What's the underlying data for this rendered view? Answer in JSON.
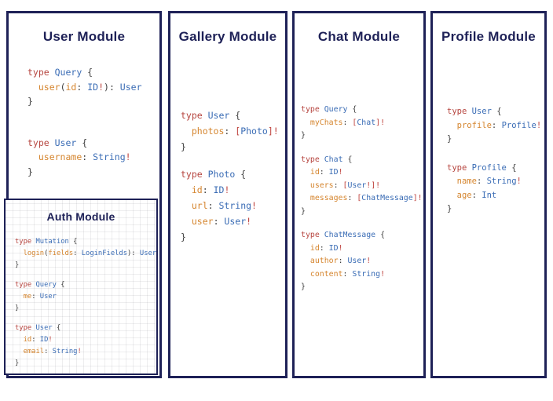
{
  "frame_colors": {
    "border": "#1e2157",
    "title": "#1e2157",
    "background": "#ffffff"
  },
  "syntax_colors": {
    "keyword": "#b6453f",
    "typename": "#3a6cb5",
    "field": "#d5852e",
    "punct": "#3f3f3f",
    "bang": "#bf433e"
  },
  "modules": [
    {
      "id": "user",
      "title": "User Module",
      "blocks": [
        [
          [
            {
              "t": "type ",
              "c": "keyword"
            },
            {
              "t": "Query ",
              "c": "typename"
            },
            {
              "t": "{",
              "c": "punct"
            }
          ],
          [
            {
              "t": "  ",
              "c": "punct"
            },
            {
              "t": "user",
              "c": "field"
            },
            {
              "t": "(",
              "c": "punct"
            },
            {
              "t": "id",
              "c": "field"
            },
            {
              "t": ": ",
              "c": "punct"
            },
            {
              "t": "ID",
              "c": "typename"
            },
            {
              "t": "!",
              "c": "bang"
            },
            {
              "t": "): ",
              "c": "punct"
            },
            {
              "t": "User",
              "c": "typename"
            }
          ],
          [
            {
              "t": "}",
              "c": "punct"
            }
          ]
        ],
        [
          [
            {
              "t": "type ",
              "c": "keyword"
            },
            {
              "t": "User ",
              "c": "typename"
            },
            {
              "t": "{",
              "c": "punct"
            }
          ],
          [
            {
              "t": "  ",
              "c": "punct"
            },
            {
              "t": "username",
              "c": "field"
            },
            {
              "t": ": ",
              "c": "punct"
            },
            {
              "t": "String",
              "c": "typename"
            },
            {
              "t": "!",
              "c": "bang"
            }
          ],
          [
            {
              "t": "}",
              "c": "punct"
            }
          ]
        ]
      ]
    },
    {
      "id": "gallery",
      "title": "Gallery Module",
      "blocks": [
        [
          [
            {
              "t": "type ",
              "c": "keyword"
            },
            {
              "t": "User ",
              "c": "typename"
            },
            {
              "t": "{",
              "c": "punct"
            }
          ],
          [
            {
              "t": "  ",
              "c": "punct"
            },
            {
              "t": "photos",
              "c": "field"
            },
            {
              "t": ": ",
              "c": "punct"
            },
            {
              "t": "[",
              "c": "bang"
            },
            {
              "t": "Photo",
              "c": "typename"
            },
            {
              "t": "]",
              "c": "bang"
            },
            {
              "t": "!",
              "c": "bang"
            }
          ],
          [
            {
              "t": "}",
              "c": "punct"
            }
          ]
        ],
        [
          [
            {
              "t": "type ",
              "c": "keyword"
            },
            {
              "t": "Photo ",
              "c": "typename"
            },
            {
              "t": "{",
              "c": "punct"
            }
          ],
          [
            {
              "t": "  ",
              "c": "punct"
            },
            {
              "t": "id",
              "c": "field"
            },
            {
              "t": ": ",
              "c": "punct"
            },
            {
              "t": "ID",
              "c": "typename"
            },
            {
              "t": "!",
              "c": "bang"
            }
          ],
          [
            {
              "t": "  ",
              "c": "punct"
            },
            {
              "t": "url",
              "c": "field"
            },
            {
              "t": ": ",
              "c": "punct"
            },
            {
              "t": "String",
              "c": "typename"
            },
            {
              "t": "!",
              "c": "bang"
            }
          ],
          [
            {
              "t": "  ",
              "c": "punct"
            },
            {
              "t": "user",
              "c": "field"
            },
            {
              "t": ": ",
              "c": "punct"
            },
            {
              "t": "User",
              "c": "typename"
            },
            {
              "t": "!",
              "c": "bang"
            }
          ],
          [
            {
              "t": "}",
              "c": "punct"
            }
          ]
        ]
      ]
    },
    {
      "id": "chat",
      "title": "Chat Module",
      "blocks": [
        [
          [
            {
              "t": "type ",
              "c": "keyword"
            },
            {
              "t": "Query ",
              "c": "typename"
            },
            {
              "t": "{",
              "c": "punct"
            }
          ],
          [
            {
              "t": "  ",
              "c": "punct"
            },
            {
              "t": "myChats",
              "c": "field"
            },
            {
              "t": ": ",
              "c": "punct"
            },
            {
              "t": "[",
              "c": "bang"
            },
            {
              "t": "Chat",
              "c": "typename"
            },
            {
              "t": "]",
              "c": "bang"
            },
            {
              "t": "!",
              "c": "bang"
            }
          ],
          [
            {
              "t": "}",
              "c": "punct"
            }
          ]
        ],
        [
          [
            {
              "t": "type ",
              "c": "keyword"
            },
            {
              "t": "Chat ",
              "c": "typename"
            },
            {
              "t": "{",
              "c": "punct"
            }
          ],
          [
            {
              "t": "  ",
              "c": "punct"
            },
            {
              "t": "id",
              "c": "field"
            },
            {
              "t": ": ",
              "c": "punct"
            },
            {
              "t": "ID",
              "c": "typename"
            },
            {
              "t": "!",
              "c": "bang"
            }
          ],
          [
            {
              "t": "  ",
              "c": "punct"
            },
            {
              "t": "users",
              "c": "field"
            },
            {
              "t": ": ",
              "c": "punct"
            },
            {
              "t": "[",
              "c": "bang"
            },
            {
              "t": "User",
              "c": "typename"
            },
            {
              "t": "!",
              "c": "bang"
            },
            {
              "t": "]",
              "c": "bang"
            },
            {
              "t": "!",
              "c": "bang"
            }
          ],
          [
            {
              "t": "  ",
              "c": "punct"
            },
            {
              "t": "messages",
              "c": "field"
            },
            {
              "t": ": ",
              "c": "punct"
            },
            {
              "t": "[",
              "c": "bang"
            },
            {
              "t": "ChatMessage",
              "c": "typename"
            },
            {
              "t": "]",
              "c": "bang"
            },
            {
              "t": "!",
              "c": "bang"
            }
          ],
          [
            {
              "t": "}",
              "c": "punct"
            }
          ]
        ],
        [
          [
            {
              "t": "type ",
              "c": "keyword"
            },
            {
              "t": "ChatMessage ",
              "c": "typename"
            },
            {
              "t": "{",
              "c": "punct"
            }
          ],
          [
            {
              "t": "  ",
              "c": "punct"
            },
            {
              "t": "id",
              "c": "field"
            },
            {
              "t": ": ",
              "c": "punct"
            },
            {
              "t": "ID",
              "c": "typename"
            },
            {
              "t": "!",
              "c": "bang"
            }
          ],
          [
            {
              "t": "  ",
              "c": "punct"
            },
            {
              "t": "author",
              "c": "field"
            },
            {
              "t": ": ",
              "c": "punct"
            },
            {
              "t": "User",
              "c": "typename"
            },
            {
              "t": "!",
              "c": "bang"
            }
          ],
          [
            {
              "t": "  ",
              "c": "punct"
            },
            {
              "t": "content",
              "c": "field"
            },
            {
              "t": ": ",
              "c": "punct"
            },
            {
              "t": "String",
              "c": "typename"
            },
            {
              "t": "!",
              "c": "bang"
            }
          ],
          [
            {
              "t": "}",
              "c": "punct"
            }
          ]
        ]
      ]
    },
    {
      "id": "profile",
      "title": "Profile Module",
      "blocks": [
        [
          [
            {
              "t": "type ",
              "c": "keyword"
            },
            {
              "t": "User ",
              "c": "typename"
            },
            {
              "t": "{",
              "c": "punct"
            }
          ],
          [
            {
              "t": "  ",
              "c": "punct"
            },
            {
              "t": "profile",
              "c": "field"
            },
            {
              "t": ": ",
              "c": "punct"
            },
            {
              "t": "Profile",
              "c": "typename"
            },
            {
              "t": "!",
              "c": "bang"
            }
          ],
          [
            {
              "t": "}",
              "c": "punct"
            }
          ]
        ],
        [
          [
            {
              "t": "type ",
              "c": "keyword"
            },
            {
              "t": "Profile ",
              "c": "typename"
            },
            {
              "t": "{",
              "c": "punct"
            }
          ],
          [
            {
              "t": "  ",
              "c": "punct"
            },
            {
              "t": "name",
              "c": "field"
            },
            {
              "t": ": ",
              "c": "punct"
            },
            {
              "t": "String",
              "c": "typename"
            },
            {
              "t": "!",
              "c": "bang"
            }
          ],
          [
            {
              "t": "  ",
              "c": "punct"
            },
            {
              "t": "age",
              "c": "field"
            },
            {
              "t": ": ",
              "c": "punct"
            },
            {
              "t": "Int",
              "c": "typename"
            }
          ],
          [
            {
              "t": "}",
              "c": "punct"
            }
          ]
        ]
      ]
    },
    {
      "id": "auth",
      "title": "Auth Module",
      "blocks": [
        [
          [
            {
              "t": "type ",
              "c": "keyword"
            },
            {
              "t": "Mutation ",
              "c": "typename"
            },
            {
              "t": "{",
              "c": "punct"
            }
          ],
          [
            {
              "t": "  ",
              "c": "punct"
            },
            {
              "t": "login",
              "c": "field"
            },
            {
              "t": "(",
              "c": "punct"
            },
            {
              "t": "fields",
              "c": "field"
            },
            {
              "t": ": ",
              "c": "punct"
            },
            {
              "t": "LoginFields",
              "c": "typename"
            },
            {
              "t": "): ",
              "c": "punct"
            },
            {
              "t": "User",
              "c": "typename"
            }
          ],
          [
            {
              "t": "}",
              "c": "punct"
            }
          ]
        ],
        [
          [
            {
              "t": "type ",
              "c": "keyword"
            },
            {
              "t": "Query ",
              "c": "typename"
            },
            {
              "t": "{",
              "c": "punct"
            }
          ],
          [
            {
              "t": "  ",
              "c": "punct"
            },
            {
              "t": "me",
              "c": "field"
            },
            {
              "t": ": ",
              "c": "punct"
            },
            {
              "t": "User",
              "c": "typename"
            }
          ],
          [
            {
              "t": "}",
              "c": "punct"
            }
          ]
        ],
        [
          [
            {
              "t": "type ",
              "c": "keyword"
            },
            {
              "t": "User ",
              "c": "typename"
            },
            {
              "t": "{",
              "c": "punct"
            }
          ],
          [
            {
              "t": "  ",
              "c": "punct"
            },
            {
              "t": "id",
              "c": "field"
            },
            {
              "t": ": ",
              "c": "punct"
            },
            {
              "t": "ID",
              "c": "typename"
            },
            {
              "t": "!",
              "c": "bang"
            }
          ],
          [
            {
              "t": "  ",
              "c": "punct"
            },
            {
              "t": "email",
              "c": "field"
            },
            {
              "t": ": ",
              "c": "punct"
            },
            {
              "t": "String",
              "c": "typename"
            },
            {
              "t": "!",
              "c": "bang"
            }
          ],
          [
            {
              "t": "}",
              "c": "punct"
            }
          ]
        ]
      ]
    }
  ]
}
